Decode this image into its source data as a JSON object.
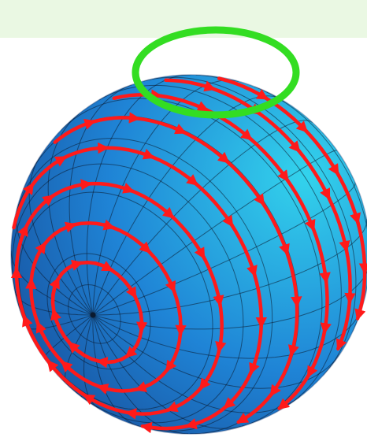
{
  "colors": {
    "top_band": "#eaf8e3",
    "sphere_light": "#33d3ec",
    "sphere_mid": "#1f84d6",
    "sphere_dark": "#174c98",
    "grid_line": "#0b1a2e",
    "vector_arrow": "#ff1a1a",
    "highlight_ring": "#33dd22"
  },
  "icons": {
    "vector": "red-arrow",
    "highlight": "green-ellipse"
  },
  "figure": {
    "type": "tangent-vector-field-on-sphere",
    "grid": true,
    "pole_visible": true,
    "highlight_region": "north-pole"
  }
}
